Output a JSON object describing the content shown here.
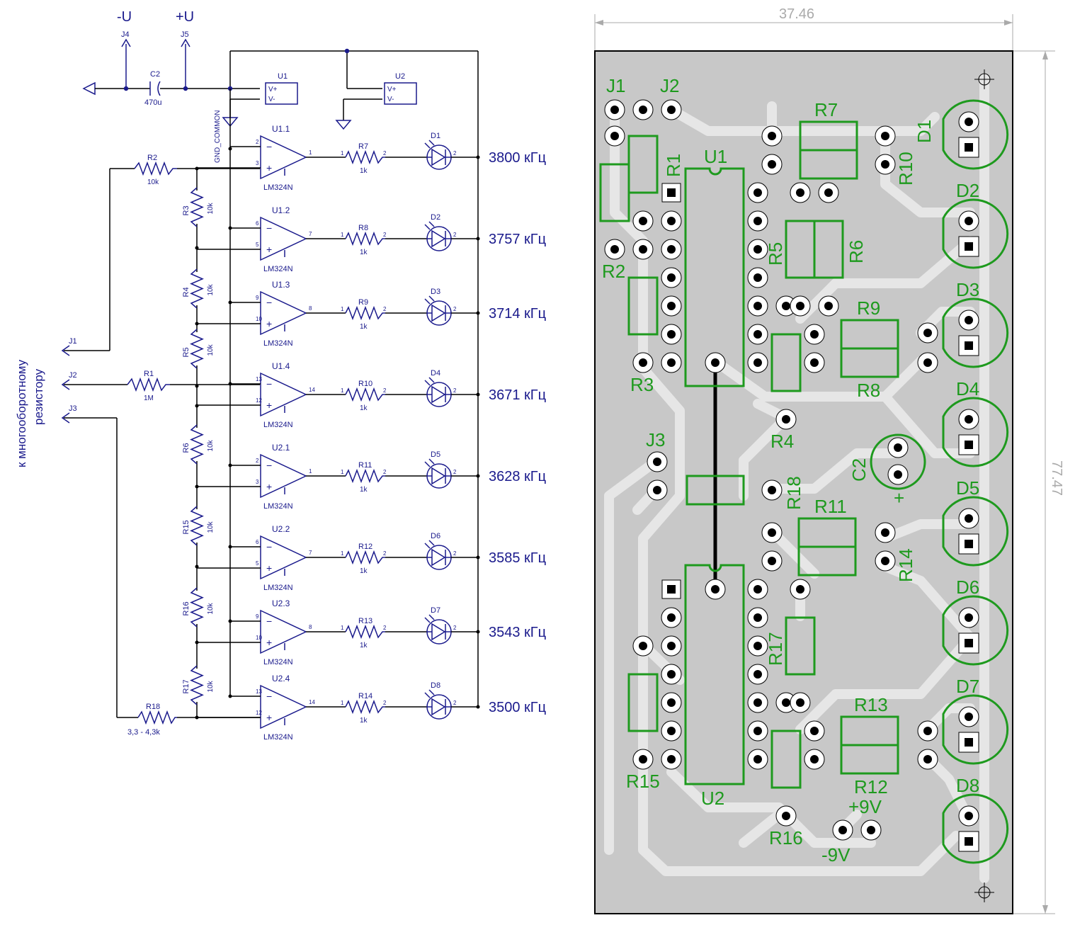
{
  "power": {
    "neg_label": "-U",
    "pos_label": "+U",
    "j4": "J4",
    "j5": "J5",
    "c2_name": "C2",
    "c2_value": "470u",
    "u1": "U1",
    "u2": "U2",
    "gnd_common": "GND_COMMON",
    "vplus": "V+",
    "vminus": "V-"
  },
  "inputs": {
    "side_label_1": "к многооборотному",
    "side_label_2": "резистору",
    "j1": "J1",
    "j2": "J2",
    "j3": "J3",
    "r1_name": "R1",
    "r1_value": "1M",
    "r2_name": "R2",
    "r2_value": "10k",
    "r18_name": "R18",
    "r18_value": "3,3 - 4,3k"
  },
  "stages": [
    {
      "opamp": "U1.1",
      "neg_pin": "2",
      "pos_pin": "3",
      "out_pin": "1",
      "resistor": "R7",
      "led": "D1",
      "freq": "3800 кГц"
    },
    {
      "opamp": "U1.2",
      "neg_pin": "6",
      "pos_pin": "5",
      "out_pin": "7",
      "resistor": "R8",
      "led": "D2",
      "freq": "3757 кГц"
    },
    {
      "opamp": "U1.3",
      "neg_pin": "9",
      "pos_pin": "10",
      "out_pin": "8",
      "resistor": "R9",
      "led": "D3",
      "freq": "3714 кГц"
    },
    {
      "opamp": "U1.4",
      "neg_pin": "13",
      "pos_pin": "12",
      "out_pin": "14",
      "resistor": "R10",
      "led": "D4",
      "freq": "3671 кГц"
    },
    {
      "opamp": "U2.1",
      "neg_pin": "2",
      "pos_pin": "3",
      "out_pin": "1",
      "resistor": "R11",
      "led": "D5",
      "freq": "3628 кГц"
    },
    {
      "opamp": "U2.2",
      "neg_pin": "6",
      "pos_pin": "5",
      "out_pin": "7",
      "resistor": "R12",
      "led": "D6",
      "freq": "3585 кГц"
    },
    {
      "opamp": "U2.3",
      "neg_pin": "9",
      "pos_pin": "10",
      "out_pin": "8",
      "resistor": "R13",
      "led": "D7",
      "freq": "3543 кГц"
    },
    {
      "opamp": "U2.4",
      "neg_pin": "13",
      "pos_pin": "12",
      "out_pin": "14",
      "resistor": "R14",
      "led": "D8",
      "freq": "3500 кГц"
    }
  ],
  "opamp_part": "LM324N",
  "series_r_value": "1k",
  "ladder": [
    {
      "name": "R3",
      "value": "10k"
    },
    {
      "name": "R4",
      "value": "10k"
    },
    {
      "name": "R5",
      "value": "10k"
    },
    {
      "name": "R6",
      "value": "10k"
    },
    {
      "name": "R15",
      "value": "10k"
    },
    {
      "name": "R16",
      "value": "10k"
    },
    {
      "name": "R17",
      "value": "10k"
    }
  ],
  "pcb": {
    "width_dim": "37.46",
    "height_dim": "77.47",
    "labels": {
      "j1": "J1",
      "j2": "J2",
      "j3": "J3",
      "r1": "R1",
      "r2": "R2",
      "r3": "R3",
      "r4": "R4",
      "r5": "R5",
      "r6": "R6",
      "r7": "R7",
      "r8": "R8",
      "r9": "R9",
      "r10": "R10",
      "r11": "R11",
      "r12": "R12",
      "r13": "R13",
      "r14": "R14",
      "r15": "R15",
      "r16": "R16",
      "r17": "R17",
      "r18": "R18",
      "u1": "U1",
      "u2": "U2",
      "c2": "C2",
      "d1": "D1",
      "d2": "D2",
      "d3": "D3",
      "d4": "D4",
      "d5": "D5",
      "d6": "D6",
      "d7": "D7",
      "d8": "D8",
      "plus9": "+9V",
      "minus9": "-9V",
      "cplus": "+"
    }
  },
  "colors": {
    "schematic": "#1a1a8c",
    "wires": "#000000",
    "silkscreen": "#1e9a1e",
    "board": "#c8c8c8",
    "copper": "#e6e6e6"
  }
}
